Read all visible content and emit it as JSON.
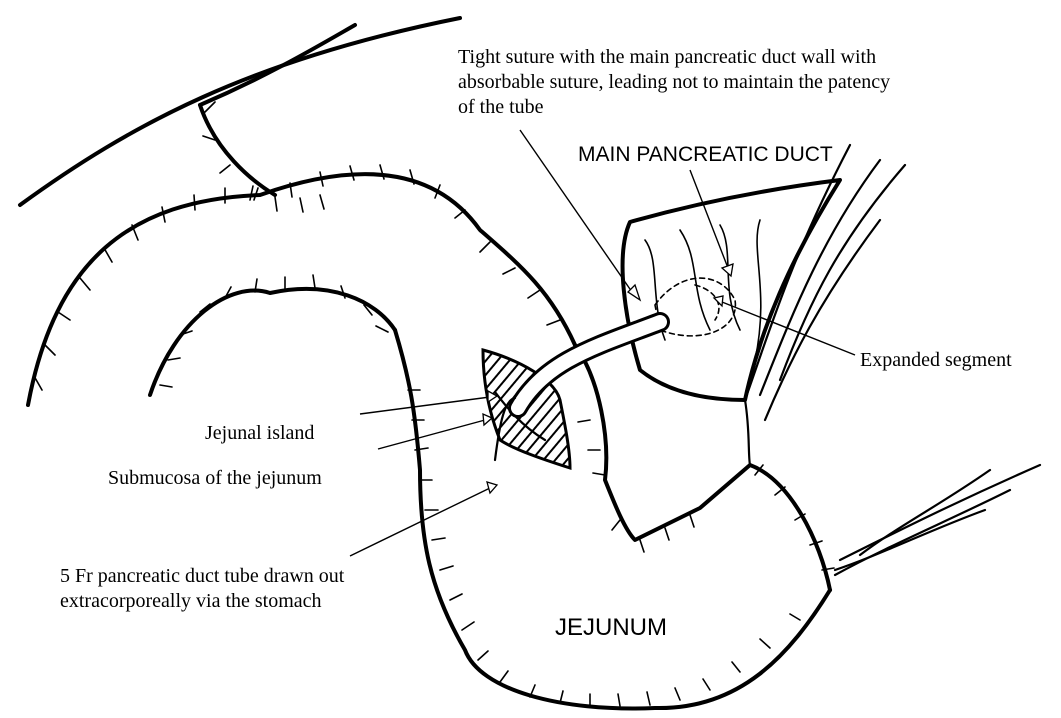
{
  "labels": {
    "tight_suture": {
      "line1": "Tight suture with the main pancreatic duct wall with",
      "line2": "absorbable suture, leading not to maintain the patency",
      "line3": "of the tube"
    },
    "main_pancreatic_duct": "MAIN PANCREATIC DUCT",
    "expanded_segment": "Expanded segment",
    "jejunal_island": "Jejunal island",
    "submucosa": "Submucosa of the jejunum",
    "tube": {
      "line1": "5 Fr pancreatic duct tube drawn out",
      "line2": "extracorporeally via the stomach"
    },
    "jejunum": "JEJUNUM"
  },
  "colors": {
    "ink": "#000000",
    "background": "#ffffff"
  }
}
